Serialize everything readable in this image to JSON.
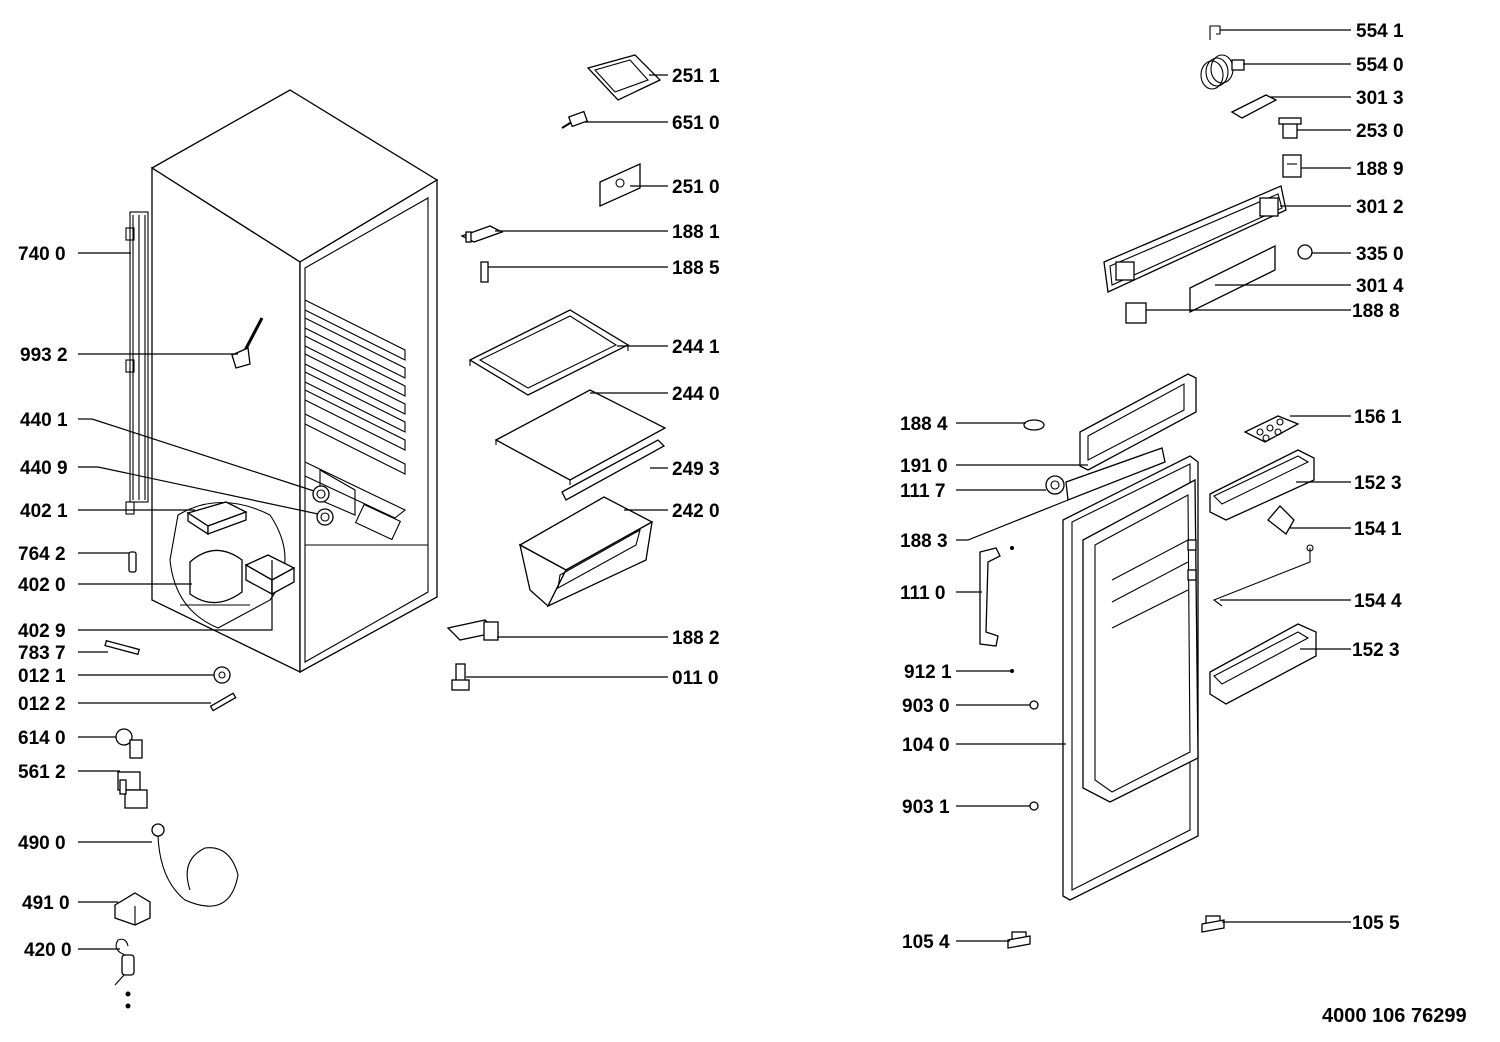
{
  "document_number": "4000 106 76299",
  "left_labels": {
    "l7400": "740 0",
    "l9932": "993 2",
    "l4401": "440 1",
    "l4409": "440 9",
    "l4021": "402 1",
    "l7642": "764 2",
    "l4020": "402 0",
    "l4029": "402 9",
    "l7837": "783 7",
    "l0121": "012 1",
    "l0122": "012 2",
    "l6140": "614 0",
    "l5612": "561 2",
    "l4900": "490 0",
    "l4910": "491 0",
    "l4200": "420 0"
  },
  "center_labels": {
    "l2511": "251 1",
    "l6510": "651 0",
    "l2510": "251 0",
    "l1881": "188 1",
    "l1885": "188 5",
    "l2441": "244 1",
    "l2440": "244 0",
    "l2493": "249 3",
    "l2420": "242 0",
    "l1882": "188 2",
    "l0110": "011 0"
  },
  "right_top_labels": {
    "l5541": "554 1",
    "l5540": "554 0",
    "l3013": "301 3",
    "l2530": "253 0",
    "l1889": "188 9",
    "l3012": "301 2",
    "l3350": "335 0",
    "l3014": "301 4",
    "l1888": "188 8"
  },
  "door_left_labels": {
    "l1884": "188 4",
    "l1910": "191 0",
    "l1117": "111 7",
    "l1883": "188 3",
    "l1110": "111 0",
    "l9121": "912 1",
    "l9030": "903 0",
    "l1040": "104 0",
    "l9031": "903 1",
    "l1054": "105 4"
  },
  "door_right_labels": {
    "l1561": "156 1",
    "l1523a": "152 3",
    "l1541": "154 1",
    "l1544": "154 4",
    "l1523b": "152 3",
    "l1055": "105 5"
  }
}
